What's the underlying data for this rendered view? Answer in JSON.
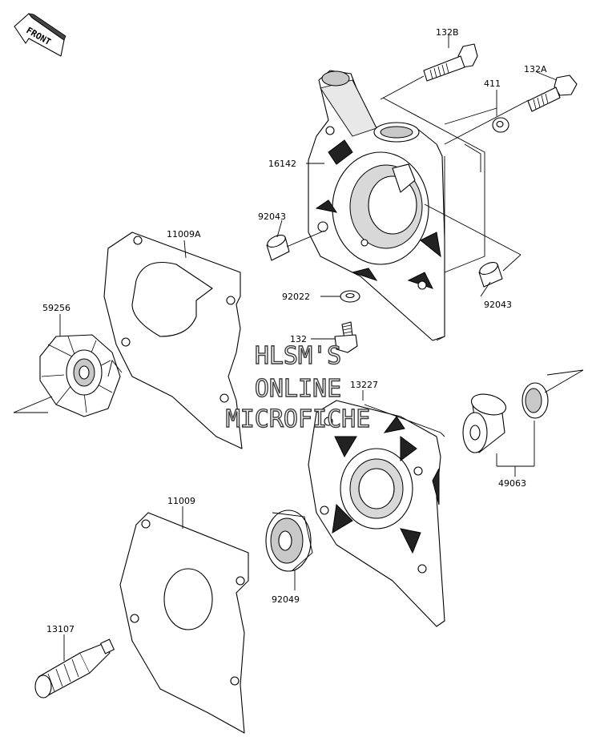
{
  "front_badge": "FRONT",
  "watermark": [
    "HLSM'S",
    "ONLINE",
    "MICROFICHE"
  ],
  "labels": {
    "p132b": "132B",
    "p132a": "132A",
    "p411": "411",
    "p16142": "16142",
    "p92043_left": "92043",
    "p92043_right": "92043",
    "p11009a": "11009A",
    "p92022": "92022",
    "p59256": "59256",
    "p132": "132",
    "p13227": "13227",
    "p49063": "49063",
    "p11009": "11009",
    "p92049": "92049",
    "p13107": "13107"
  }
}
